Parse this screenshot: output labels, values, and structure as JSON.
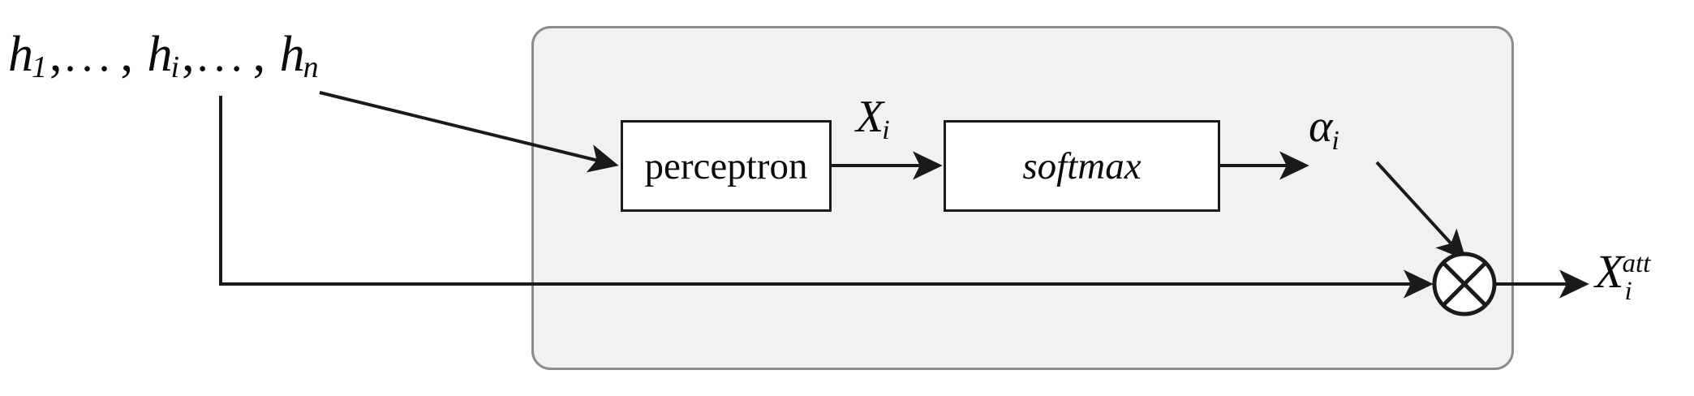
{
  "diagram": {
    "title": "attention-module",
    "panel": {
      "fill": "#f1f1f1",
      "border": "#8c8c8c"
    },
    "stroke_color": "#1a1a1a",
    "input": {
      "label_parts": {
        "h": "h",
        "first_index": "1",
        "middle_index": "i",
        "last_index": "n",
        "comma": ",",
        "ellipsis": "...",
        "full_text": "h1, . . . , hi, . . . , hn"
      }
    },
    "blocks": [
      {
        "id": "perceptron",
        "label": "perceptron",
        "style": "upright"
      },
      {
        "id": "softmax",
        "label": "softmax",
        "style": "italic"
      }
    ],
    "signals": {
      "perceptron_output": {
        "base": "X",
        "sub": "i",
        "full_text": "Xi"
      },
      "softmax_output": {
        "base": "α",
        "sub": "i",
        "full_text": "αi"
      },
      "final_output": {
        "base": "X",
        "sub": "i",
        "sup": "att",
        "full_text": "Xi_att"
      }
    },
    "operator": {
      "id": "elementwise-multiply",
      "glyph": "⊗",
      "name": "circled-times"
    },
    "edges": [
      {
        "from": "input-sequence",
        "to": "perceptron",
        "type": "diagonal-arrow"
      },
      {
        "from": "perceptron",
        "to": "softmax",
        "type": "horizontal-arrow"
      },
      {
        "from": "softmax",
        "to": "alpha",
        "type": "horizontal-arrow"
      },
      {
        "from": "alpha",
        "to": "multiply",
        "type": "diagonal-arrow"
      },
      {
        "from": "input-sequence",
        "to": "multiply",
        "type": "elbow-arrow"
      },
      {
        "from": "multiply",
        "to": "final-output",
        "type": "horizontal-arrow"
      }
    ]
  }
}
